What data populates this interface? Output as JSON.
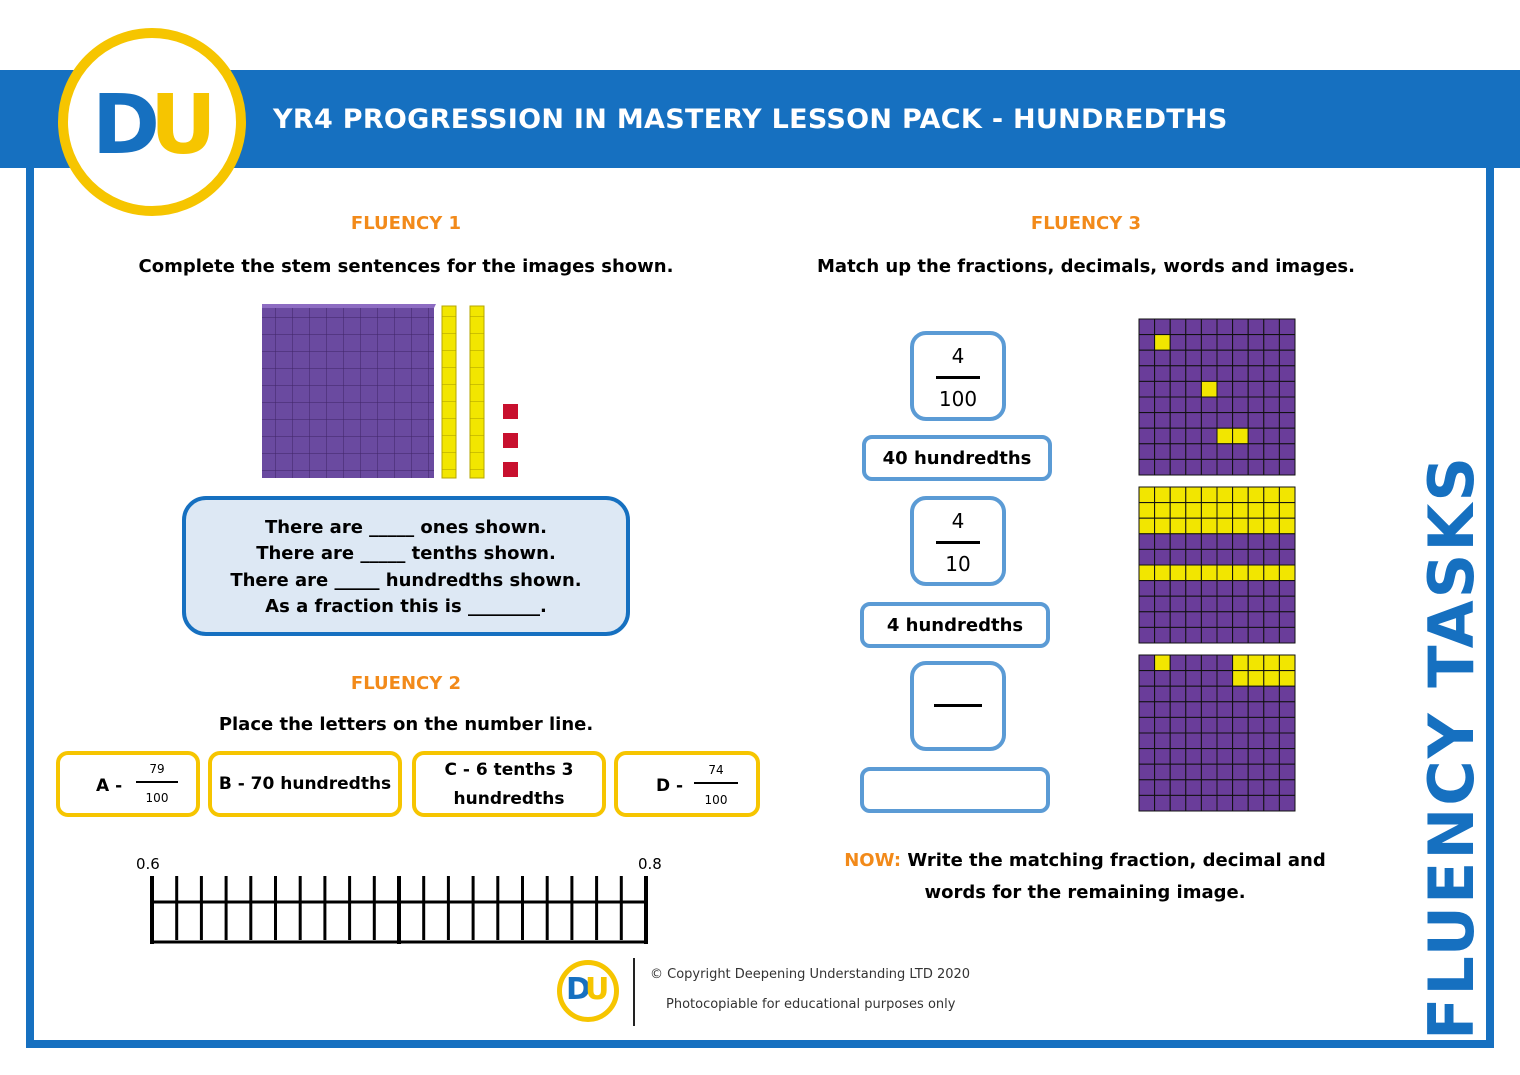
{
  "header": {
    "title": "YR4 PROGRESSION IN MASTERY LESSON PACK - HUNDREDTHS",
    "logo_text_left": "D",
    "logo_text_right": "U"
  },
  "colors": {
    "brand_blue": "#1670c0",
    "brand_yellow": "#f6c500",
    "accent_orange": "#f28a1a",
    "box_blue": "#5b9bd5",
    "grid_purple": "#6a3d9a",
    "grid_yellow": "#f2e600"
  },
  "fluency1": {
    "title": "FLUENCY 1",
    "instruction": "Complete the stem sentences for the images shown.",
    "stems": [
      "There are _____ ones shown.",
      "There are _____ tenths shown.",
      "There are _____ hundredths shown.",
      "As a fraction this is ________."
    ]
  },
  "fluency2": {
    "title": "FLUENCY 2",
    "instruction": "Place the letters on the number line.",
    "cards": {
      "a_label": "A -",
      "a_num": "79",
      "a_den": "100",
      "b_label": "B - 70 hundredths",
      "c_line1": "C - 6 tenths 3",
      "c_line2": "hundredths",
      "d_label": "D -",
      "d_num": "74",
      "d_den": "100"
    },
    "number_line": {
      "start_label": "0.6",
      "end_label": "0.8"
    }
  },
  "fluency3": {
    "title": "FLUENCY 3",
    "instruction": "Match up the fractions, decimals, words and images.",
    "fraction1": {
      "num": "4",
      "den": "100"
    },
    "word1": "40 hundredths",
    "fraction2": {
      "num": "4",
      "den": "10"
    },
    "word2": "4 hundredths",
    "now_label": "NOW:",
    "now_text_1": "Write the matching fraction, decimal and",
    "now_text_2": "words for the remaining image."
  },
  "side_label": "FLUENCY TASKS",
  "footer": {
    "copyright": "© Copyright Deepening Understanding LTD 2020",
    "note": "Photocopiable for educational purposes only"
  }
}
